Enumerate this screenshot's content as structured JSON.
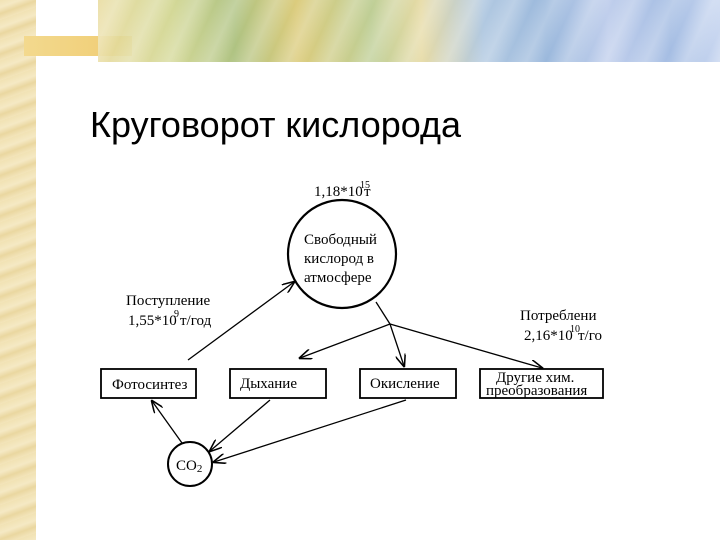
{
  "slide": {
    "title": "Круговорот кислорода"
  },
  "diagram": {
    "center": {
      "amount_mantissa": "1,18",
      "amount_base": "10",
      "amount_exp": "15",
      "amount_unit": "т",
      "label_lines": [
        "Свободный",
        "кислород в",
        "атмосфере"
      ]
    },
    "input": {
      "label": "Поступление",
      "rate_mantissa": "1,55",
      "rate_base": "10",
      "rate_exp": "9",
      "rate_unit": "т/год"
    },
    "consumption": {
      "label": "Потреблени",
      "rate_mantissa": "2,16",
      "rate_base": "10",
      "rate_exp": "10",
      "rate_unit": "т/го"
    },
    "boxes": {
      "photosynthesis": "Фотосинтез",
      "respiration": "Дыхание",
      "oxidation": "Окисление",
      "other_line1": "Другие хим.",
      "other_line2": "преобразования"
    },
    "co2": {
      "label": "CO",
      "subscript": "2"
    },
    "multiply_sign": "*"
  }
}
